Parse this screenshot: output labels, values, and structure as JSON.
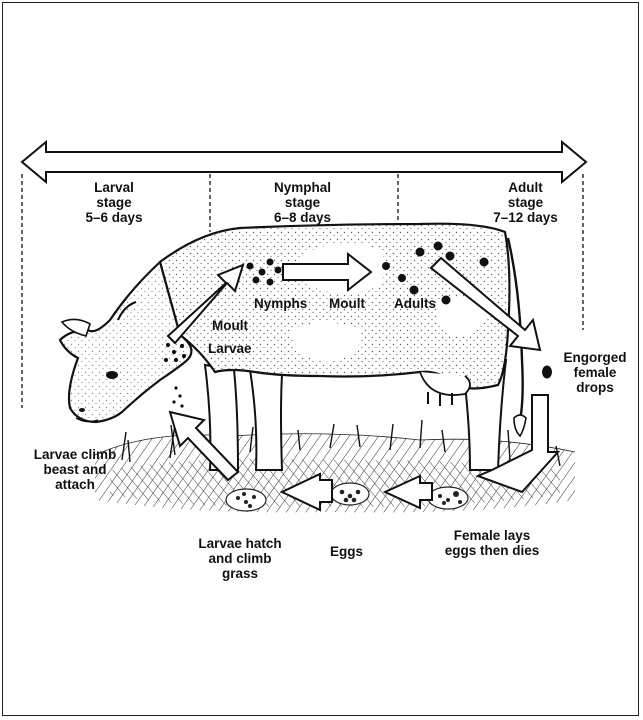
{
  "stages": {
    "larval": {
      "line1": "Larval",
      "line2": "stage",
      "line3": "5–6 days"
    },
    "nymphal": {
      "line1": "Nymphal",
      "line2": "stage",
      "line3": "6–8 days"
    },
    "adult": {
      "line1": "Adult",
      "line2": "stage",
      "line3": "7–12 days"
    }
  },
  "labels": {
    "moult_left": "Moult",
    "nymphs": "Nymphs",
    "moult_mid": "Moult",
    "adults": "Adults",
    "larvae": "Larvae",
    "engorged": {
      "line1": "Engorged",
      "line2": "female",
      "line3": "drops"
    },
    "larvae_climb": {
      "line1": "Larvae climb",
      "line2": "beast and",
      "line3": "attach"
    },
    "larvae_hatch": {
      "line1": "Larvae hatch",
      "line2": "and climb",
      "line3": "grass"
    },
    "eggs": "Eggs",
    "female_lays": {
      "line1": "Female lays",
      "line2": "eggs then dies"
    }
  },
  "colors": {
    "ink": "#111111",
    "paper": "#ffffff",
    "spots": "#555555"
  }
}
